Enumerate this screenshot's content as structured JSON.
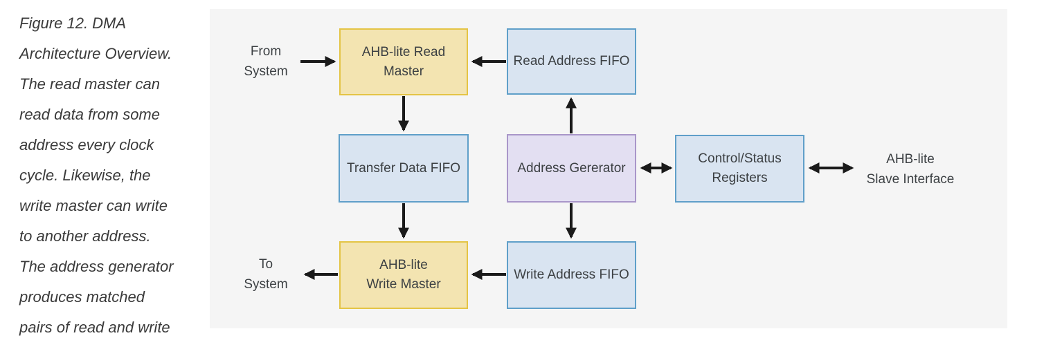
{
  "figure": {
    "caption": "Figure 12. DMA\nArchitecture Overview.\nThe read master can\nread data from some\naddress every clock\ncycle. Likewise, the\nwrite master can write\nto another address.\nThe address generator\nproduces matched\npairs of read and write"
  },
  "diagram": {
    "boxes": {
      "read_master": {
        "label": "AHB-lite Read\nMaster"
      },
      "read_address_fifo": {
        "label": "Read Address FIFO"
      },
      "transfer_data_fifo": {
        "label": "Transfer Data FIFO"
      },
      "address_generator": {
        "label": "Address Gererator"
      },
      "control_status_registers": {
        "label": "Control/Status\nRegisters"
      },
      "write_master": {
        "label": "AHB-lite\nWrite Master"
      },
      "write_address_fifo": {
        "label": "Write Address FIFO"
      }
    },
    "external_labels": {
      "from_system": "From\nSystem",
      "to_system": "To\nSystem",
      "slave_interface": "AHB-lite\nSlave Interface"
    },
    "colors": {
      "master_fill": "#F3E4B1",
      "master_border": "#E4C445",
      "fifo_fill": "#D9E4F1",
      "fifo_border": "#5F9FC9",
      "generator_fill": "#E3DFF2",
      "generator_border": "#A996C9",
      "panel_background": "#F5F5F5",
      "arrow": "#1A1A1A",
      "text": "#3C4043"
    }
  }
}
